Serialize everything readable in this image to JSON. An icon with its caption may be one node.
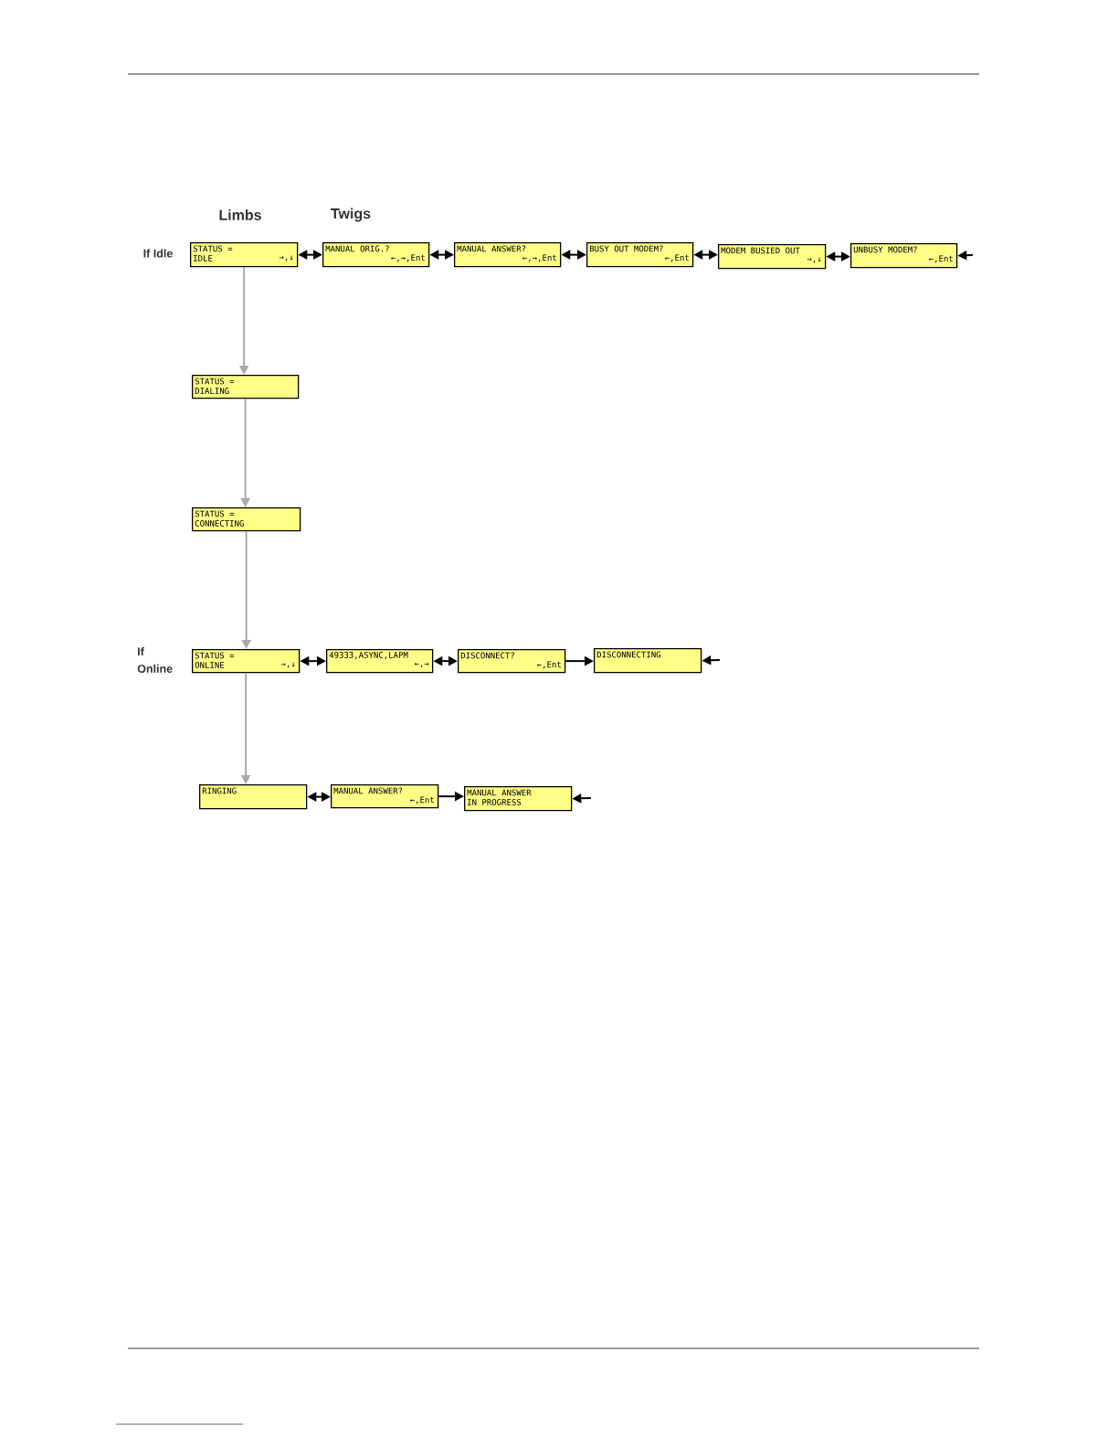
{
  "diagram": {
    "nodes": [
      {
        "text": [
          "STATUS =",
          "IDLE",
          "→,↓"
        ]
      },
      {
        "text": [
          "MANUAL ORIG.?",
          "←,→,Ent"
        ]
      },
      {
        "text": [
          "MANUAL ANSWER?",
          "←,→,Ent"
        ]
      },
      {
        "text": [
          "BUSY OUT MODEM?",
          "←,Ent"
        ]
      },
      {
        "text": [
          "MODEM BUSIED OUT",
          "→,↓"
        ]
      },
      {
        "text": [
          "UNBUSY MODEM?",
          "←,Ent"
        ]
      },
      {
        "text": [
          "STATUS =",
          "DIALING"
        ]
      },
      {
        "text": [
          "STATUS =",
          "CONNECTING"
        ]
      },
      {
        "text": [
          "STATUS =",
          "ONLINE",
          "→,↓"
        ]
      },
      {
        "text": [
          "49333,ASYNC,LAPM",
          "←,→"
        ]
      },
      {
        "text": [
          "DISCONNECT?",
          "←,Ent"
        ]
      },
      {
        "text": [
          "DISCONNECTING"
        ]
      },
      {
        "text": [
          "RINGING"
        ]
      },
      {
        "text": [
          "MANUAL ANSWER?",
          "←,Ent"
        ]
      },
      {
        "text": [
          "MANUAL ANSWER",
          "IN PROGRESS"
        ]
      }
    ],
    "edges": [
      {
        "from": 0,
        "to": 1,
        "arrow": "both"
      },
      {
        "from": 1,
        "to": 2,
        "arrow": "both"
      },
      {
        "from": 2,
        "to": 3,
        "arrow": "both"
      },
      {
        "from": 3,
        "to": 4,
        "arrow": "both"
      },
      {
        "from": 4,
        "to": 5,
        "arrow": "both"
      },
      {
        "from": null,
        "to": 5,
        "arrow": "to"
      },
      {
        "from": 0,
        "to": 6,
        "arrow": "to",
        "color": "#aaaaaa"
      },
      {
        "from": 6,
        "to": 7,
        "arrow": "to",
        "color": "#aaaaaa"
      },
      {
        "from": 7,
        "to": 8,
        "arrow": "to",
        "color": "#aaaaaa"
      },
      {
        "from": 8,
        "to": 12,
        "arrow": "to",
        "color": "#aaaaaa"
      },
      {
        "from": 8,
        "to": 9,
        "arrow": "both"
      },
      {
        "from": 9,
        "to": 10,
        "arrow": "both"
      },
      {
        "from": 10,
        "to": 11,
        "arrow": "to"
      },
      {
        "from": null,
        "to": 11,
        "arrow": "to"
      },
      {
        "from": 12,
        "to": 13,
        "arrow": "both"
      },
      {
        "from": 13,
        "to": 14,
        "arrow": "to"
      },
      {
        "from": null,
        "to": 14,
        "arrow": "to"
      }
    ],
    "labels": [
      "Limbs",
      "Twigs",
      "If Idle",
      "If Online"
    ]
  }
}
